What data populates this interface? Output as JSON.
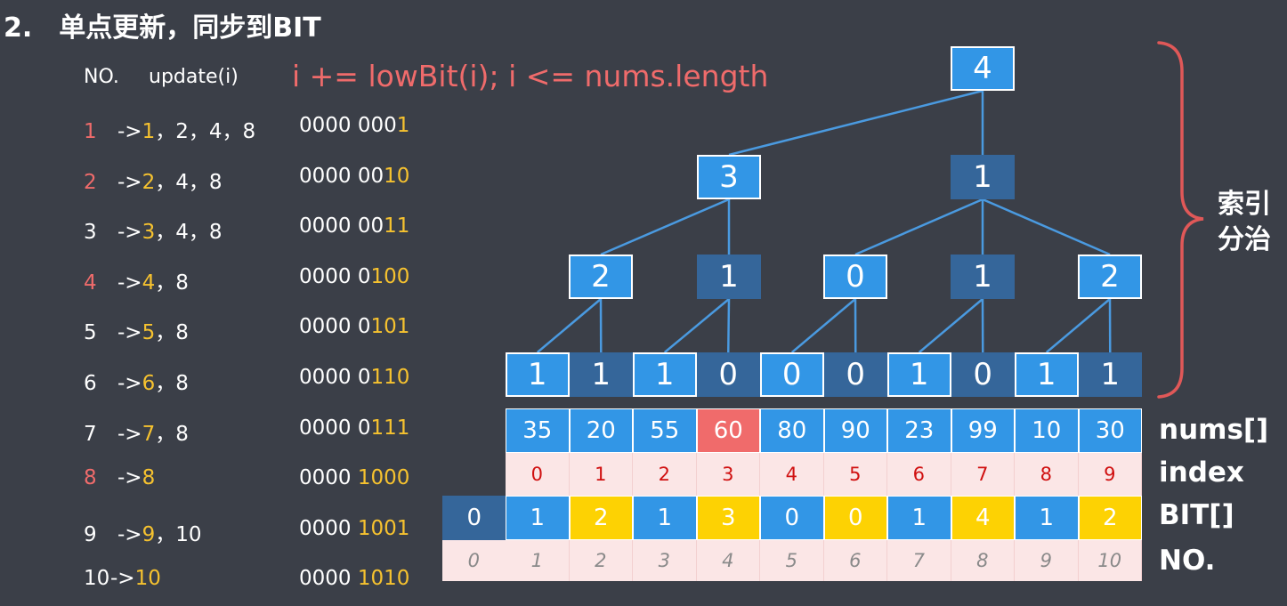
{
  "heading": "2.　单点更新，同步到BIT",
  "formula": "i += lowBit(i);  i <= nums.length",
  "list_header": {
    "no": "NO.",
    "update": "update(i)"
  },
  "updates": [
    {
      "no": "1",
      "color": "#ef6b6b",
      "first": "1",
      "rest": "，2，4，8",
      "bin_pre": "0000 000",
      "bin_hi": "1"
    },
    {
      "no": "2",
      "color": "#ef6b6b",
      "first": "2",
      "rest": "，4，8",
      "bin_pre": "0000 00",
      "bin_hi": "10"
    },
    {
      "no": "3",
      "color": "#ffffff",
      "first": "3",
      "rest": "，4，8",
      "bin_pre": "0000 00",
      "bin_hi": "11"
    },
    {
      "no": "4",
      "color": "#ef6b6b",
      "first": "4",
      "rest": "，8",
      "bin_pre": "0000 0",
      "bin_hi": "100"
    },
    {
      "no": "5",
      "color": "#ffffff",
      "first": "5",
      "rest": "，8",
      "bin_pre": "0000 0",
      "bin_hi": "101"
    },
    {
      "no": "6",
      "color": "#ffffff",
      "first": "6",
      "rest": "，8",
      "bin_pre": "0000 0",
      "bin_hi": "110"
    },
    {
      "no": "7",
      "color": "#ffffff",
      "first": "7",
      "rest": "，8",
      "bin_pre": "0000 0",
      "bin_hi": "111"
    },
    {
      "no": "8",
      "color": "#ef6b6b",
      "first": "8",
      "rest": "",
      "bin_pre": "0000 ",
      "bin_hi": "1000"
    },
    {
      "no": "9",
      "color": "#ffffff",
      "first": "9",
      "rest": "，10",
      "bin_pre": "0000 ",
      "bin_hi": "1001"
    },
    {
      "no": "10",
      "color": "#ffffff",
      "first": "10",
      "rest": "",
      "bin_pre": "0000 ",
      "bin_hi": "1010"
    }
  ],
  "arrow": "->",
  "tree": {
    "level0": [
      "4"
    ],
    "level1": [
      "3",
      "1"
    ],
    "level2": [
      "2",
      "1",
      "0",
      "1",
      "2"
    ],
    "leaves": [
      "1",
      "1",
      "1",
      "0",
      "0",
      "0",
      "1",
      "0",
      "1",
      "1"
    ],
    "shades": {
      "level0": [
        "light"
      ],
      "level1": [
        "light",
        "dark"
      ],
      "level2": [
        "light",
        "dark",
        "light",
        "dark",
        "light"
      ],
      "leaves": [
        "light",
        "dark",
        "light",
        "dark",
        "light",
        "dark",
        "light",
        "dark",
        "light",
        "dark"
      ]
    }
  },
  "nums": [
    "35",
    "20",
    "55",
    "60",
    "80",
    "90",
    "23",
    "99",
    "10",
    "30"
  ],
  "nums_highlight_index": 3,
  "index": [
    "0",
    "1",
    "2",
    "3",
    "4",
    "5",
    "6",
    "7",
    "8",
    "9"
  ],
  "bit": [
    "0",
    "1",
    "2",
    "1",
    "3",
    "0",
    "0",
    "1",
    "4",
    "1",
    "2"
  ],
  "bit_highlight_positions": [
    2,
    4,
    6,
    8,
    10
  ],
  "no_row": [
    "0",
    "1",
    "2",
    "3",
    "4",
    "5",
    "6",
    "7",
    "8",
    "9",
    "10"
  ],
  "row_labels": {
    "nums": "nums[]",
    "index": "index",
    "bit": "BIT[]",
    "no": "NO."
  },
  "brace_label": [
    "索引",
    "分治"
  ],
  "colors": {
    "background": "#3b3f48",
    "light_blue": "#3296e6",
    "dark_blue": "#35669a",
    "highlight_red": "#f06b6b",
    "highlight_yellow": "#fdd203",
    "pink_row": "#fbe6e6",
    "edge": "#4a9ae0",
    "brace": "#e05858"
  }
}
